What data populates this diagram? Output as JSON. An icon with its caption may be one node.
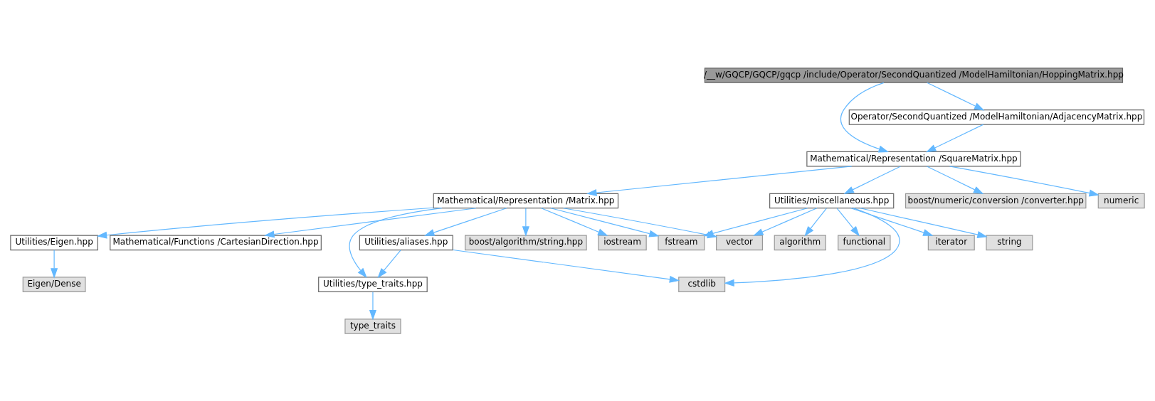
{
  "diagram": {
    "nodes": [
      {
        "text": [
          "/__w/GQCP/GQCP/gqcp /include/Operator/SecondQuantized /ModelHamiltonian/HoppingMatrix.hpp"
        ]
      },
      {
        "text": [
          "Operator/SecondQuantized /ModelHamiltonian/AdjacencyMatrix.hpp"
        ]
      },
      {
        "text": [
          "Mathematical/Representation /SquareMatrix.hpp"
        ]
      },
      {
        "text": [
          "Mathematical/Representation /Matrix.hpp"
        ]
      },
      {
        "text": [
          "Utilities/miscellaneous.hpp"
        ]
      },
      {
        "text": [
          "boost/numeric/conversion /converter.hpp"
        ]
      },
      {
        "text": [
          "numeric"
        ]
      },
      {
        "text": [
          "Utilities/Eigen.hpp"
        ]
      },
      {
        "text": [
          "boost/algorithm/string.hpp"
        ]
      },
      {
        "text": [
          "iostream"
        ]
      },
      {
        "text": [
          "Mathematical/Functions /CartesianDirection.hpp"
        ]
      },
      {
        "text": [
          "Utilities/aliases.hpp"
        ]
      },
      {
        "text": [
          "vector"
        ]
      },
      {
        "text": [
          "fstream"
        ]
      },
      {
        "text": [
          "algorithm"
        ]
      },
      {
        "text": [
          "functional"
        ]
      },
      {
        "text": [
          "iterator"
        ]
      },
      {
        "text": [
          "string"
        ]
      },
      {
        "text": [
          "Eigen/Dense"
        ]
      },
      {
        "text": [
          "Utilities/type_traits.hpp"
        ]
      },
      {
        "text": [
          "cstdlib"
        ]
      },
      {
        "text": [
          "type_traits"
        ]
      }
    ],
    "edges": [
      {
        "from": 0,
        "to": 2,
        "arrow": "to"
      },
      {
        "from": 0,
        "to": 1,
        "arrow": "to"
      },
      {
        "from": 1,
        "to": 2,
        "arrow": "to"
      },
      {
        "from": 2,
        "to": 3,
        "arrow": "to"
      },
      {
        "from": 2,
        "to": 4,
        "arrow": "to"
      },
      {
        "from": 2,
        "to": 5,
        "arrow": "to"
      },
      {
        "from": 2,
        "to": 6,
        "arrow": "to"
      },
      {
        "from": 3,
        "to": 7,
        "arrow": "to"
      },
      {
        "from": 3,
        "to": 8,
        "arrow": "to"
      },
      {
        "from": 3,
        "to": 9,
        "arrow": "to"
      },
      {
        "from": 3,
        "to": 10,
        "arrow": "to"
      },
      {
        "from": 3,
        "to": 11,
        "arrow": "to"
      },
      {
        "from": 3,
        "to": 12,
        "arrow": "to"
      },
      {
        "from": 3,
        "to": 13,
        "arrow": "to"
      },
      {
        "from": 3,
        "to": 19,
        "arrow": "to"
      },
      {
        "from": 4,
        "to": 12,
        "arrow": "to"
      },
      {
        "from": 4,
        "to": 13,
        "arrow": "to"
      },
      {
        "from": 4,
        "to": 14,
        "arrow": "to"
      },
      {
        "from": 4,
        "to": 15,
        "arrow": "to"
      },
      {
        "from": 4,
        "to": 16,
        "arrow": "to"
      },
      {
        "from": 4,
        "to": 17,
        "arrow": "to"
      },
      {
        "from": 4,
        "to": 20,
        "arrow": "to"
      },
      {
        "from": 7,
        "to": 18,
        "arrow": "to"
      },
      {
        "from": 11,
        "to": 19,
        "arrow": "to"
      },
      {
        "from": 11,
        "to": 20,
        "arrow": "to"
      },
      {
        "from": 19,
        "to": 21,
        "arrow": "to"
      }
    ]
  }
}
